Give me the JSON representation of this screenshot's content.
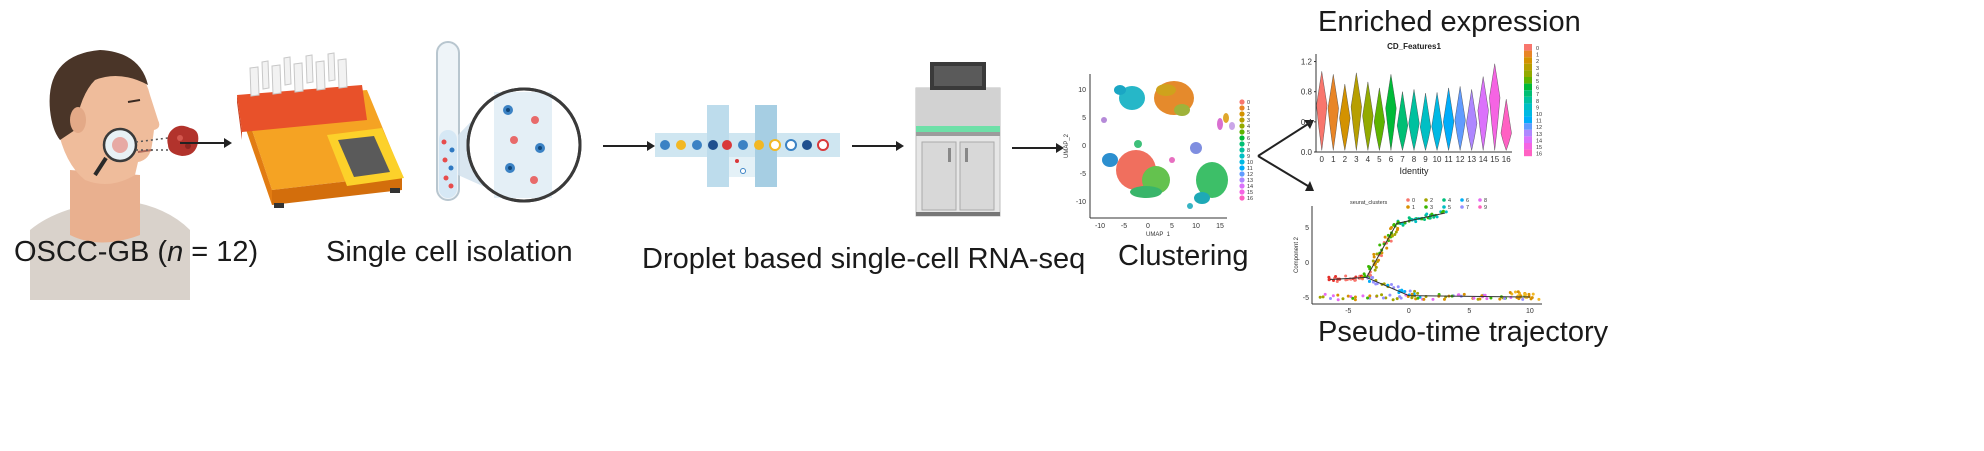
{
  "labels": {
    "oscc": "OSCC-GB (",
    "oscc_n": "n",
    "oscc_rest": " = 12)",
    "isolation": "Single cell isolation",
    "droplet": "Droplet based single-cell RNA-seq",
    "clustering": "Clustering",
    "enriched": "Enriched expression",
    "pseudotime": "Pseudo-time trajectory"
  },
  "umap": {
    "xlabel": "UMAP_1",
    "ylabel": "UMAP_2",
    "xticks": [
      "-10",
      "-5",
      "0",
      "5",
      "10",
      "15"
    ],
    "yticks": [
      "10",
      "5",
      "0",
      "-5",
      "-10"
    ],
    "legend": [
      "0",
      "1",
      "2",
      "3",
      "4",
      "5",
      "6",
      "7",
      "8",
      "9",
      "10",
      "11",
      "12",
      "13",
      "14",
      "15",
      "16"
    ]
  },
  "chart_data": [
    {
      "type": "violin",
      "title": "CD_Features1",
      "xlabel": "Identity",
      "ylabel": "",
      "categories": [
        "0",
        "1",
        "2",
        "3",
        "4",
        "5",
        "6",
        "7",
        "8",
        "9",
        "10",
        "11",
        "12",
        "13",
        "14",
        "15",
        "16"
      ],
      "values": [
        0.62,
        0.58,
        0.45,
        0.6,
        0.48,
        0.4,
        0.58,
        0.35,
        0.38,
        0.33,
        0.34,
        0.4,
        0.42,
        0.38,
        0.55,
        0.72,
        0.25
      ],
      "ylim": [
        0,
        1.3
      ],
      "yticks": [
        "0.0",
        "0.4",
        "0.8",
        "1.2"
      ],
      "yticks_all": [
        "0.0",
        "0.2",
        "0.4",
        "0.6",
        "0.8",
        "1.0",
        "1.2"
      ],
      "colors": [
        "#f8766d",
        "#e88526",
        "#d39200",
        "#b79f00",
        "#93aa00",
        "#5eb300",
        "#00ba38",
        "#00bf74",
        "#00c19f",
        "#00bfc4",
        "#00b9e3",
        "#00adfa",
        "#619cff",
        "#ae87ff",
        "#db72fb",
        "#f564e3",
        "#ff61c3"
      ],
      "legend": [
        "0",
        "1",
        "2",
        "3",
        "4",
        "5",
        "6",
        "7",
        "8",
        "9",
        "10",
        "11",
        "12",
        "13",
        "14",
        "15",
        "16"
      ]
    },
    {
      "type": "scatter",
      "title": "",
      "legend_title": "seurat_clusters",
      "legend": [
        "0",
        "1",
        "2",
        "3",
        "4",
        "5",
        "6",
        "7",
        "8",
        "9"
      ],
      "ylabel": "Component 2",
      "xlabel": "",
      "xticks": [
        "-5",
        "0",
        "5",
        "10"
      ],
      "yticks": [
        "5",
        "0",
        "-5"
      ],
      "xlim": [
        -8,
        11
      ],
      "ylim": [
        -6,
        8
      ]
    }
  ]
}
